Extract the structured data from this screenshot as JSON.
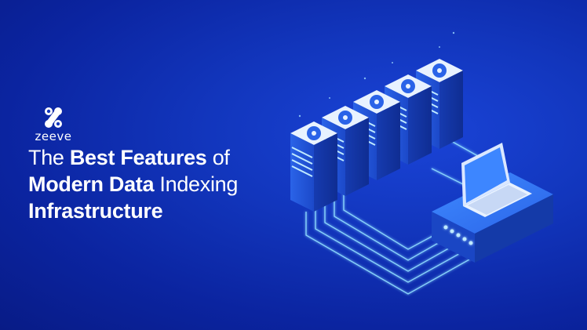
{
  "brand": {
    "name": "zeeve",
    "logo_icon": "zeeve-logo-icon"
  },
  "headline": {
    "line1_light_a": "The ",
    "line1_bold": "Best Features",
    "line1_light_b": " of",
    "line2_bold": "Modern Data",
    "line2_light": " Indexing",
    "line3_bold": "Infrastructure"
  },
  "illustration": {
    "subject": "server-racks-connected-to-laptop",
    "server_count": 5
  },
  "colors": {
    "background": "#1236bd",
    "text": "#ffffff",
    "glow": "#7fd4ff"
  }
}
